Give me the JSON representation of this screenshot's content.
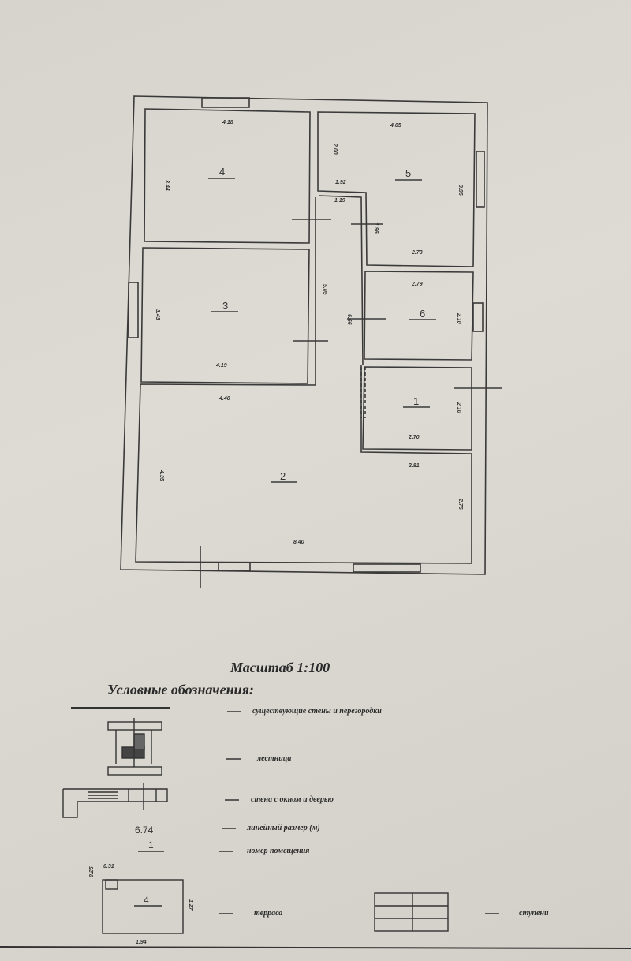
{
  "plan": {
    "rooms": [
      {
        "number": "1",
        "width": "2.70",
        "height": "2.10"
      },
      {
        "number": "2",
        "width_top": "4.40",
        "width_bottom": "8.40",
        "width_right": "2.81",
        "height_left": "4.35",
        "height_right": "2.76"
      },
      {
        "number": "3",
        "width": "4.19",
        "height": "3.43"
      },
      {
        "number": "4",
        "width": "4.18",
        "height": "3.44"
      },
      {
        "number": "5",
        "width_top": "4.05",
        "width_bottom": "2.73",
        "height_left": "2.00",
        "height_right": "3.96",
        "notch_width": "1.92",
        "notch_height": "1.96"
      },
      {
        "number": "6",
        "width": "2.79",
        "height": "2.10"
      }
    ],
    "corridor": {
      "width": "1.19",
      "length": "6.66",
      "partial": "5.05"
    }
  },
  "scale_label": "Масштаб 1:100",
  "legend": {
    "title": "Условные обозначения:",
    "items": [
      {
        "label": "существующие стены и перегородки"
      },
      {
        "label": "лестница"
      },
      {
        "label": "стена с окном и дверью"
      },
      {
        "label": "линейный размер (м)",
        "sample": "6.74"
      },
      {
        "label": "номер помещения",
        "sample": "1"
      },
      {
        "label": "терраса",
        "sample": "4",
        "dims": [
          "0.31",
          "0.25",
          "1.27",
          "1.94"
        ]
      },
      {
        "label": "ступени"
      }
    ]
  }
}
